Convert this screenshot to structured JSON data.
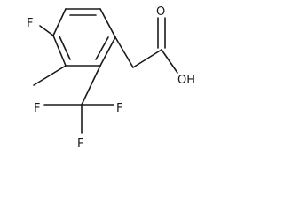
{
  "molecule": {
    "atom_labels": {
      "fluoro_ring": "F",
      "carbonyl_oxygen": "O",
      "hydroxyl": "OH",
      "cf3_f_left": "F",
      "cf3_f_right": "F",
      "cf3_f_bottom": "F"
    }
  }
}
